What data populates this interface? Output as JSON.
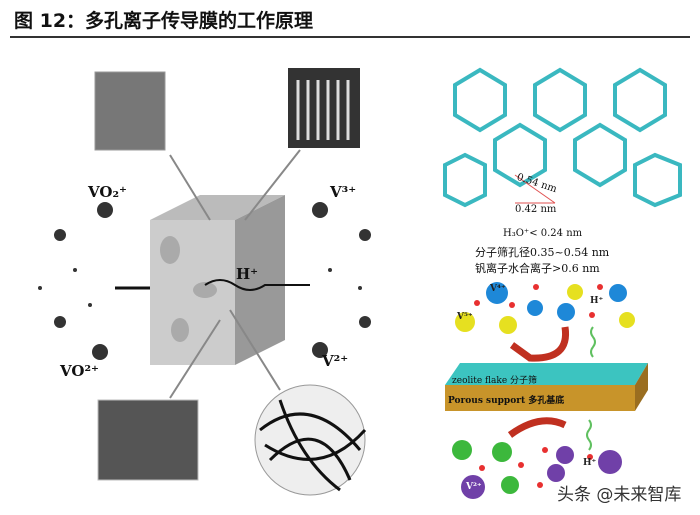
{
  "figure": {
    "title": "图 12：多孔离子传导膜的工作原理"
  },
  "left_panel": {
    "labels": {
      "vo2_plus": "VO₂⁺",
      "v3_plus": "V³⁺",
      "h_plus": "H⁺",
      "vo2_plus2": "VO²⁺",
      "v2_plus": "V²⁺"
    }
  },
  "right_panel": {
    "pore_a": "0.54 nm",
    "pore_b": "0.42 nm",
    "h3o": "H₃O⁺< 0.24 nm",
    "sieve": "分子筛孔径0.35~0.54 nm",
    "vanadium": "钒离子水合离子>0.6 nm",
    "ions": {
      "v4": "V⁴⁺",
      "v5": "V⁵⁺",
      "h_top": "H⁺",
      "h_bottom": "H⁺",
      "v2": "V²⁺"
    },
    "zeolite": "zeolite flake 分子筛",
    "support": "Porous support 多孔基底"
  },
  "watermark": "头条 @未来智库",
  "colors": {
    "zeolite": "#3cc4c0",
    "support": "#c8942a",
    "blue": "#1e88d8",
    "yellow": "#e6e020",
    "green": "#3cb83c",
    "purple": "#7040a8",
    "red": "#e83030"
  }
}
